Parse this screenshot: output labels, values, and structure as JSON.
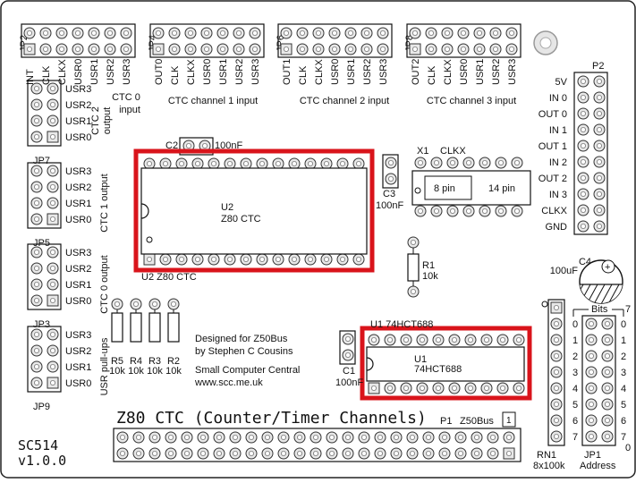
{
  "board": {
    "id": "SC514",
    "version": "v1.0.0",
    "title": "Z80 CTC (Counter/Timer Channels)"
  },
  "headers": {
    "jp2": {
      "name": "JP2",
      "pins": [
        "INT",
        "CLK",
        "CLKX",
        "USR0",
        "USR1",
        "USR2",
        "USR3"
      ],
      "caption": [
        "CTC 0",
        "input"
      ]
    },
    "jp4": {
      "name": "JP4",
      "pins": [
        "OUT0",
        "CLK",
        "CLKX",
        "USR0",
        "USR1",
        "USR2",
        "USR3"
      ],
      "caption": "CTC channel 1 input"
    },
    "jp6": {
      "name": "JP6",
      "pins": [
        "OUT1",
        "CLK",
        "CLKX",
        "USR0",
        "USR1",
        "USR2",
        "USR3"
      ],
      "caption": "CTC channel 2 input"
    },
    "jp8": {
      "name": "JP8",
      "pins": [
        "OUT2",
        "CLK",
        "CLKX",
        "USR0",
        "USR1",
        "USR2",
        "USR3"
      ],
      "caption": "CTC channel 3 input"
    }
  },
  "left_headers": [
    {
      "name": "JP7",
      "pins": [
        "USR3",
        "USR2",
        "USR1",
        "USR0"
      ],
      "caption": [
        "CTC 2",
        "output"
      ]
    },
    {
      "name": "JP5",
      "pins": [
        "USR3",
        "USR2",
        "USR1",
        "USR0"
      ],
      "caption": [
        "CTC 1 output"
      ]
    },
    {
      "name": "JP3",
      "pins": [
        "USR3",
        "USR2",
        "USR1",
        "USR0"
      ],
      "caption": [
        "CTC 0 output"
      ]
    },
    {
      "name": "JP9",
      "pins": [
        "USR3",
        "USR2",
        "USR1",
        "USR0"
      ],
      "caption": [
        "USR pull-ups"
      ]
    }
  ],
  "p2": {
    "name": "P2",
    "pins": [
      "5V",
      "IN 0",
      "OUT 0",
      "IN 1",
      "OUT 1",
      "IN 2",
      "OUT 2",
      "IN 3",
      "CLKX",
      "GND"
    ]
  },
  "components": {
    "c2": {
      "ref": "C2",
      "value": "100nF"
    },
    "u2": {
      "ref": "U2",
      "part": "Z80 CTC",
      "silk": "U2   Z80 CTC"
    },
    "x1": {
      "ref": "X1",
      "label": "CLKX",
      "opt_a": "8 pin",
      "opt_b": "14 pin"
    },
    "c3": {
      "ref": "C3",
      "value": "100nF"
    },
    "r1": {
      "ref": "R1",
      "value": "10k"
    },
    "c4": {
      "ref": "C4",
      "value": "100uF"
    },
    "resistors": [
      {
        "ref": "R5",
        "value": "10k"
      },
      {
        "ref": "R4",
        "value": "10k"
      },
      {
        "ref": "R3",
        "value": "10k"
      },
      {
        "ref": "R2",
        "value": "10k"
      }
    ],
    "u1": {
      "ref": "U1",
      "part": "74HCT688",
      "silk": "U1   74HCT688"
    },
    "c1": {
      "ref": "C1",
      "value": "100nF"
    },
    "rn1": {
      "ref": "RN1",
      "value": "8x100k"
    },
    "jp1": {
      "ref": "JP1",
      "label": "Address",
      "bits_label": "Bits",
      "bit_top": "0",
      "bit_bottom": "7",
      "rn_bits": [
        "0",
        "1",
        "2",
        "3",
        "4",
        "5",
        "6",
        "7"
      ],
      "jp_bits": [
        "0",
        "1",
        "2",
        "3",
        "4",
        "5",
        "6",
        "7"
      ]
    },
    "p1": {
      "ref": "P1",
      "bus": "Z50Bus",
      "pin1": "1"
    }
  },
  "credits": [
    "Designed for Z50Bus",
    "by Stephen C Cousins",
    "",
    "Small Computer Central",
    "www.scc.me.uk"
  ],
  "colors": {
    "board": "#ffffff",
    "silk": "#111111",
    "pad": "#e8e8e8",
    "highlight": "#d9141b"
  }
}
